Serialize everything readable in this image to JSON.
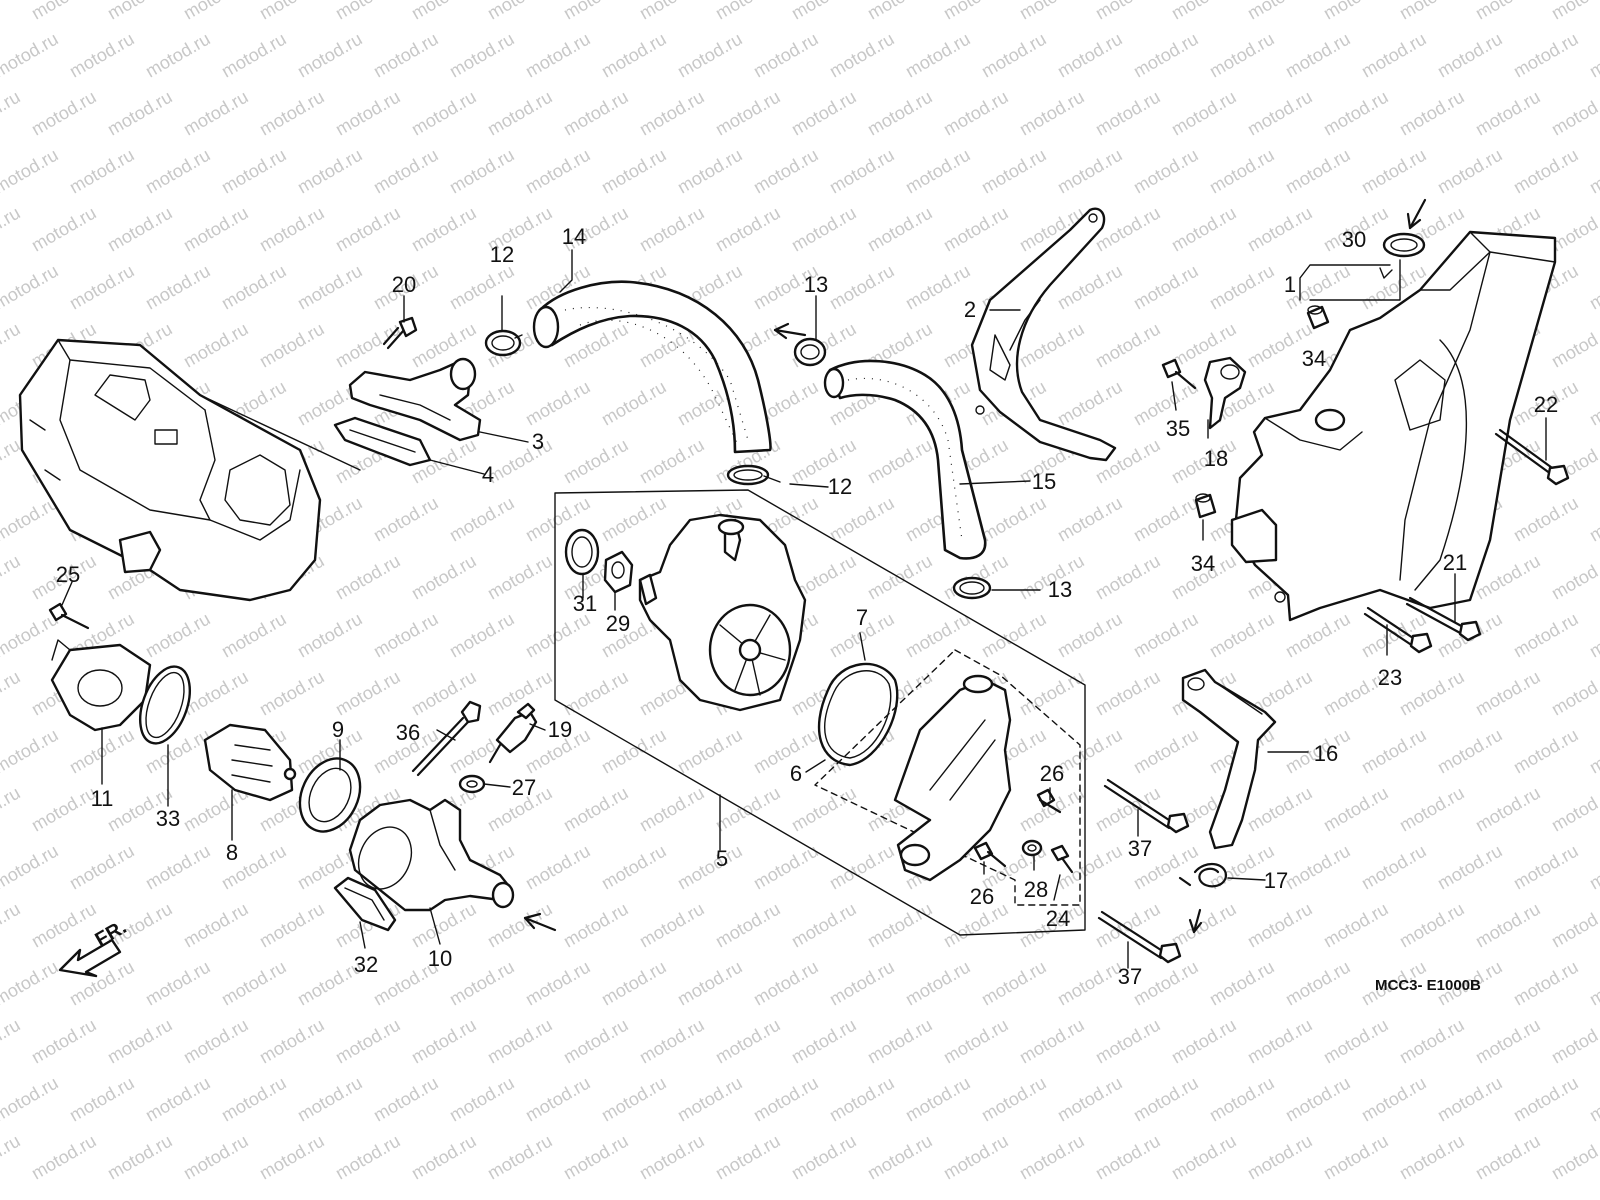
{
  "watermark": "motod.ru",
  "diagram_code": "MCC3- E1000B",
  "front_marker": "FR.",
  "callouts": {
    "c1": "1",
    "c2": "2",
    "c3": "3",
    "c4": "4",
    "c5": "5",
    "c6": "6",
    "c7": "7",
    "c8": "8",
    "c9": "9",
    "c10": "10",
    "c11": "11",
    "c12a": "12",
    "c12b": "12",
    "c13a": "13",
    "c13b": "13",
    "c14": "14",
    "c15": "15",
    "c16": "16",
    "c17": "17",
    "c18": "18",
    "c19": "19",
    "c20": "20",
    "c21": "21",
    "c22": "22",
    "c23": "23",
    "c24": "24",
    "c25": "25",
    "c26a": "26",
    "c26b": "26",
    "c27": "27",
    "c28": "28",
    "c29": "29",
    "c30": "30",
    "c31": "31",
    "c32": "32",
    "c33": "33",
    "c34a": "34",
    "c34b": "34",
    "c35": "35",
    "c36": "36",
    "c37a": "37",
    "c37b": "37"
  },
  "colors": {
    "line": "#111111",
    "watermark": "#c8c8c8",
    "background": "#ffffff"
  },
  "icons": {
    "front_arrow": "arrow-left-down-icon",
    "flow_arrow": "flow-arrow-icon"
  }
}
